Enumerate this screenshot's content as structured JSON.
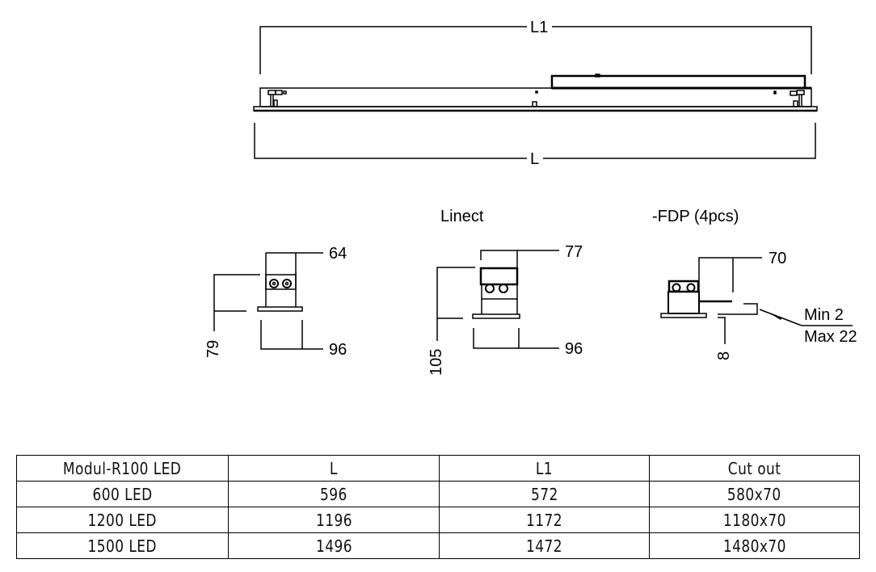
{
  "side_view": {
    "dim_L1": "L1",
    "dim_L": "L"
  },
  "sections": {
    "standard": {
      "title": "",
      "width_top": "64",
      "width_bottom": "96",
      "height": "79"
    },
    "linect": {
      "title": "Linect",
      "width_top": "77",
      "width_bottom": "96",
      "height": "105"
    },
    "fdp": {
      "title": "-FDP (4pcs)",
      "width_top": "70",
      "depth": "8",
      "ceiling_min": "Min 2",
      "ceiling_max": "Max 22"
    }
  },
  "table": {
    "headers": [
      "Modul-R100 LED",
      "L",
      "L1",
      "Cut out"
    ],
    "rows": [
      [
        "600 LED",
        "596",
        "572",
        "580x70"
      ],
      [
        "1200 LED",
        "1196",
        "1172",
        "1180x70"
      ],
      [
        "1500 LED",
        "1496",
        "1472",
        "1480x70"
      ]
    ]
  }
}
